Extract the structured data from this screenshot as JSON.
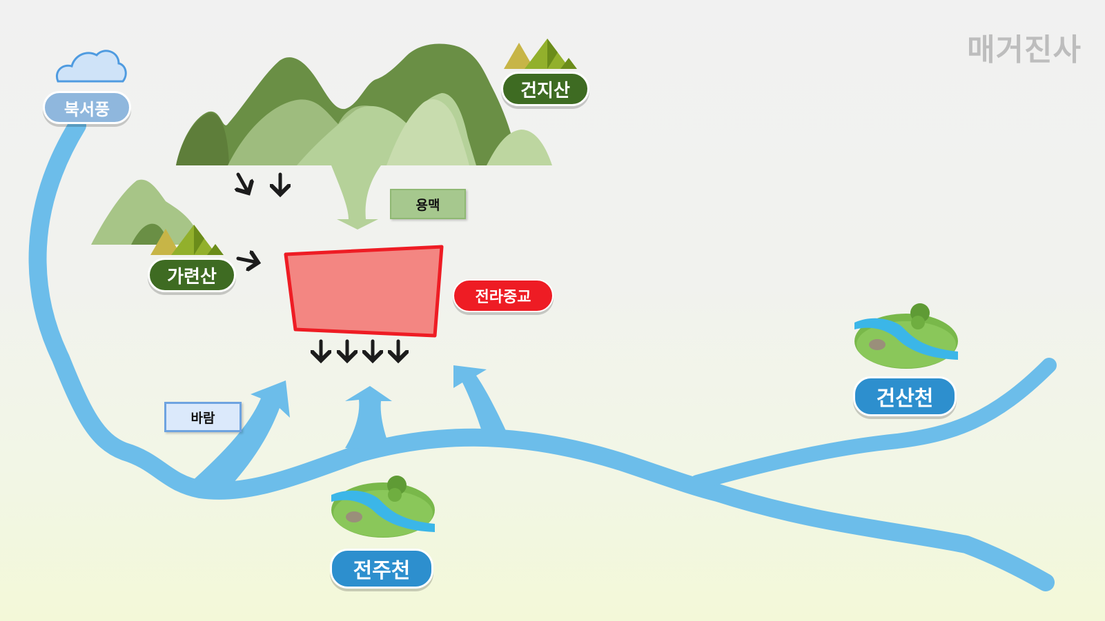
{
  "watermark": "매거진사",
  "labels": {
    "northwest_wind": "북서풍",
    "geonji_mountain": "건지산",
    "garyeon_mountain": "가련산",
    "dragon_vein": "용맥",
    "school_site": "전라중교",
    "wind": "바람",
    "jeonju_stream": "전주천",
    "geonsan_stream": "건산천"
  },
  "colors": {
    "river": "#6cbdea",
    "mountain_dark": "#6a8f45",
    "mountain_light": "#b5d199",
    "site_fill": "#f38682",
    "site_border": "#ee1c24",
    "arrow": "#1c1c1c"
  }
}
